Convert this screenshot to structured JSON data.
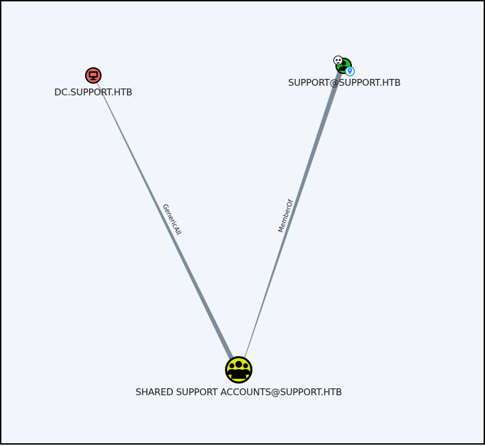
{
  "colors": {
    "background": "#f2f6fa",
    "border": "#000000",
    "edge": "#7b8c9a",
    "node_ring": "#000000",
    "computer_fill": "#e0675f",
    "user_fill": "#17c217",
    "group_fill": "#dbe617"
  },
  "nodes": {
    "computer": {
      "label": "DC.SUPPORT.HTB",
      "icon": "desktop-computer-icon"
    },
    "user": {
      "label": "SUPPORT@SUPPORT.HTB",
      "icon": "user-icon",
      "badges": [
        "skull-icon",
        "map-pin-icon"
      ]
    },
    "group": {
      "label": "SHARED SUPPORT ACCOUNTS@SUPPORT.HTB",
      "icon": "users-group-icon"
    }
  },
  "edges": {
    "generic_all": {
      "label": "GenericAll",
      "from": "group",
      "to": "computer"
    },
    "member_of": {
      "label": "MemberOf",
      "from": "user",
      "to": "group"
    }
  }
}
